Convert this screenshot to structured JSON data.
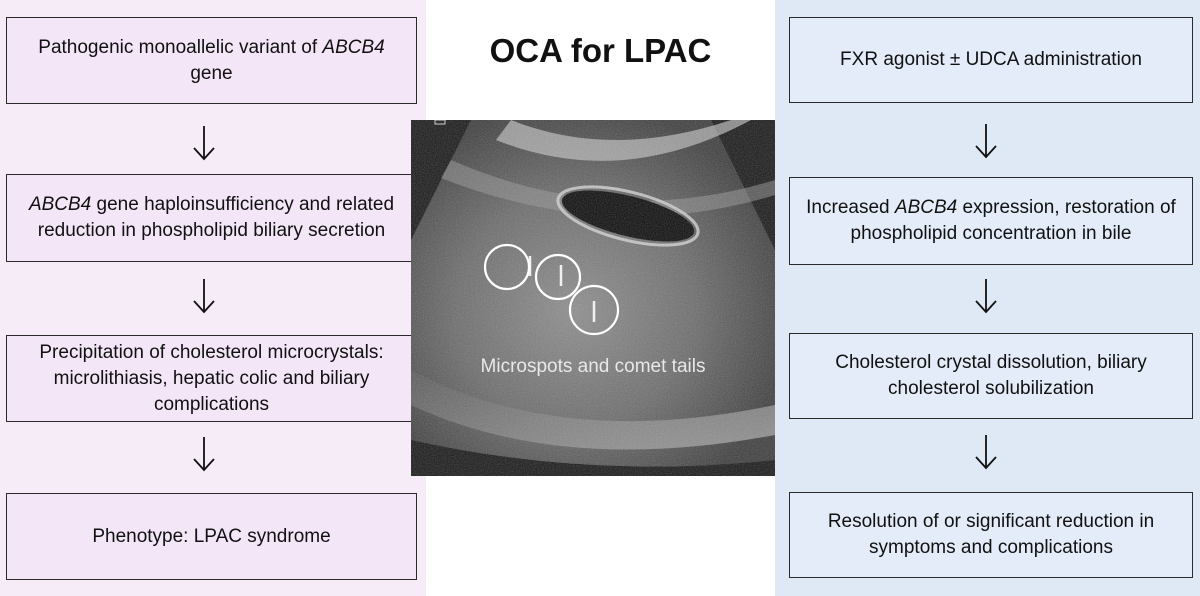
{
  "title": "OCA for LPAC",
  "left": {
    "boxes": [
      {
        "pre": "Pathogenic monoallelic variant of ",
        "em": "ABCB4",
        "post": " gene"
      },
      {
        "pre": "",
        "em": "ABCB4",
        "post": " gene haploinsufficiency and related reduction in phospholipid biliary secretion"
      },
      {
        "pre": "Precipitation of cholesterol microcrystals: microlithiasis, hepatic colic and biliary complications",
        "em": "",
        "post": ""
      },
      {
        "pre": "Phenotype: LPAC syndrome",
        "em": "",
        "post": ""
      }
    ]
  },
  "right": {
    "boxes": [
      {
        "pre": "FXR agonist ± UDCA administration",
        "em": "",
        "post": ""
      },
      {
        "pre": "Increased ",
        "em": "ABCB4",
        "post": " expression, restoration of phospholipid concentration in bile"
      },
      {
        "pre": "Cholesterol crystal dissolution, biliary cholesterol solubilization",
        "em": "",
        "post": ""
      },
      {
        "pre": "Resolution of or significant reduction in symptoms and complications",
        "em": "",
        "post": ""
      }
    ]
  },
  "image": {
    "caption": "Microspots and comet tails"
  },
  "colors": {
    "left_panel": "#f5ecf8",
    "right_panel": "#dfe9f6",
    "border": "#2a2a2a"
  }
}
